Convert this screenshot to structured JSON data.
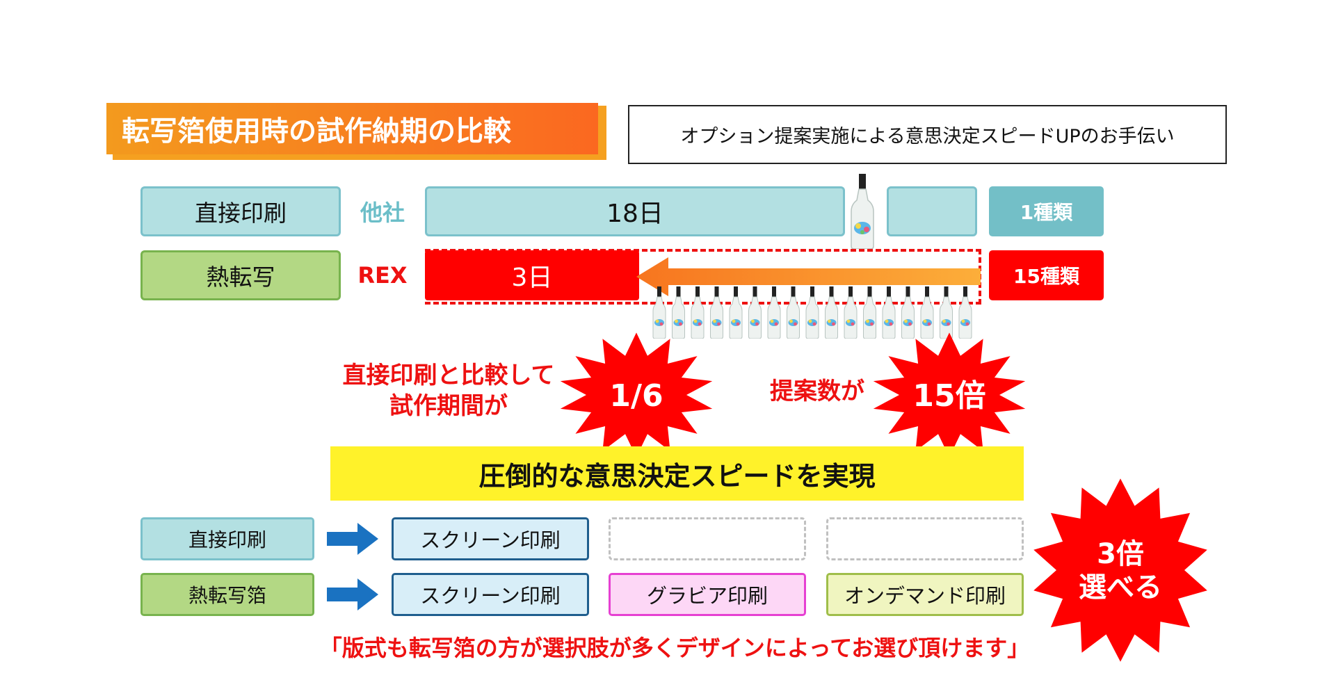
{
  "header": {
    "title": "転写箔使用時の試作納期の比較",
    "subtitle": "オプション提案実施による意思決定スピードUPのお手伝い"
  },
  "comparison": {
    "row1": {
      "method": "直接印刷",
      "company": "他社",
      "days": "18日",
      "variety": "1種類"
    },
    "row2": {
      "method": "熱転写",
      "company": "REX",
      "days": "3日",
      "variety": "15種類"
    },
    "bottle_count": 17
  },
  "results": {
    "period_text_line1": "直接印刷と比較して",
    "period_text_line2": "試作期間が",
    "period_value": "1/6",
    "proposal_text": "提案数が",
    "proposal_value": "15倍"
  },
  "highlight": "圧倒的な意思決定スピードを実現",
  "options": {
    "row1": {
      "method": "直接印刷",
      "choices": [
        "スクリーン印刷",
        "",
        ""
      ]
    },
    "row2": {
      "method": "熱転写箔",
      "choices": [
        "スクリーン印刷",
        "グラビア印刷",
        "オンデマンド印刷"
      ]
    },
    "burst_line1": "3倍",
    "burst_line2": "選べる"
  },
  "footer": "「版式も転写箔の方が選択肢が多くデザインによってお選び頂けます」",
  "colors": {
    "orange": "#f7751f",
    "red": "#ff0000",
    "teal": "#73bfc7",
    "yellow": "#fff22a",
    "arrow_blue": "#1a72c1"
  }
}
